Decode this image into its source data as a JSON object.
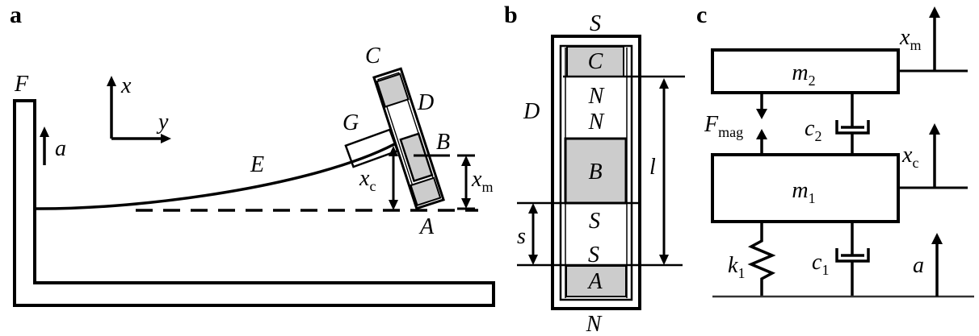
{
  "figure": {
    "colors": {
      "magnet_fill": "#cccccc",
      "stroke": "#000000"
    },
    "panel_a": {
      "tag": "a",
      "labels": {
        "frame": "F",
        "axis_x": "x",
        "axis_y": "y",
        "accel": "a",
        "beam": "E",
        "coil": "G",
        "magnet_top": "C",
        "tube": "D",
        "magnet_mid": "B",
        "magnet_bottom": "A"
      },
      "dims": {
        "xc": {
          "main": "x",
          "sub": "c"
        },
        "xm": {
          "main": "x",
          "sub": "m"
        }
      }
    },
    "panel_b": {
      "tag": "b",
      "poles": {
        "top": "S",
        "n1": "N",
        "n2": "N",
        "s1": "S",
        "s2": "S",
        "bottom": "N"
      },
      "magnets": {
        "top": "C",
        "mid": "B",
        "bottom": "A"
      },
      "labels": {
        "tube": "D",
        "spacing": "s",
        "length": "l"
      }
    },
    "panel_c": {
      "tag": "c",
      "mass_top": {
        "main": "m",
        "sub": "2"
      },
      "mass_bottom": {
        "main": "m",
        "sub": "1"
      },
      "spring": {
        "main": "k",
        "sub": "1"
      },
      "damper_top": {
        "main": "c",
        "sub": "2"
      },
      "damper_bottom": {
        "main": "c",
        "sub": "1"
      },
      "force": {
        "main": "F",
        "sub": "mag"
      },
      "xm": {
        "main": "x",
        "sub": "m"
      },
      "xc": {
        "main": "x",
        "sub": "c"
      },
      "accel": "a"
    }
  }
}
